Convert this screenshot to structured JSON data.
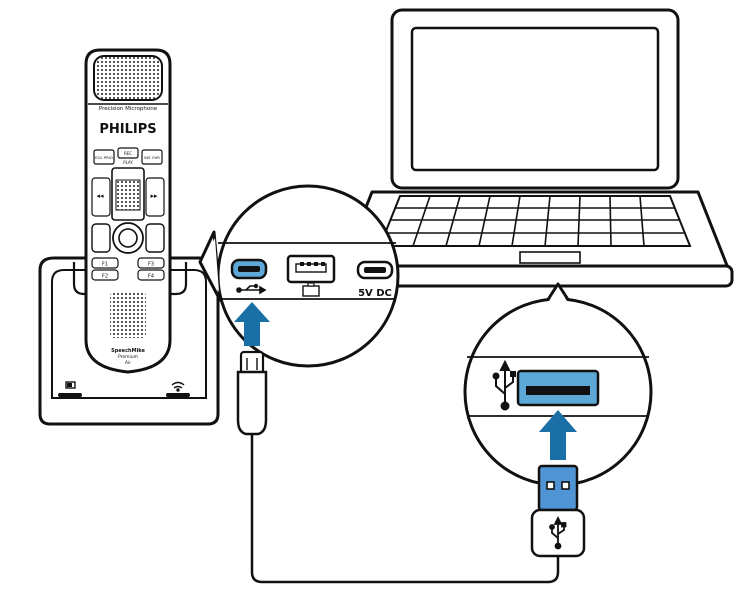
{
  "microphone": {
    "label_top": "Precision Microphone",
    "brand": "PHILIPS",
    "btn_eol": "EOL PRIO",
    "btn_rec": "REC",
    "btn_play": "PLAY",
    "btn_ins": "INS OVR",
    "f1": "F1",
    "f2": "F2",
    "f3": "F3",
    "f4": "F4",
    "model_1": "SpeechMike",
    "model_2": "Premium",
    "model_3": "Air"
  },
  "dock_ports": {
    "power_label": "5V DC"
  },
  "colors": {
    "accent": "#1a6fa6",
    "usb_port": "#5ea8d8",
    "usb_plug": "#4f95d6",
    "ink": "#111111"
  },
  "icons": [
    "usb-icon",
    "keyboard-icon",
    "battery-icon",
    "wifi-icon",
    "arrow-up-icon"
  ]
}
